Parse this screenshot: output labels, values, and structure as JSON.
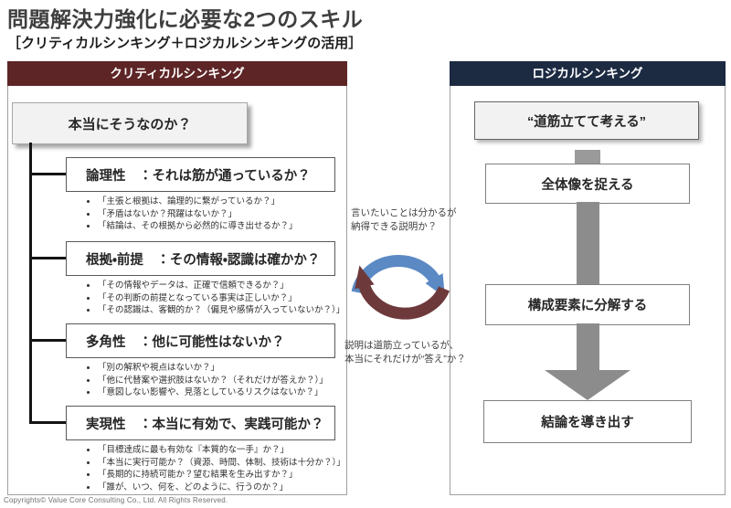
{
  "page": {
    "title": "問題解決力強化に必要な2つのスキル",
    "subtitle": "［クリティカルシンキング＋ロジカルシンキングの活用］",
    "footer": "Copyrights© Value Core Consulting Co., Ltd.  All Rights Reserved."
  },
  "colors": {
    "critical_header_bg": "#5e2526",
    "logical_header_bg": "#1c2a42",
    "cycle_blue": "#5b89c4",
    "cycle_maroon": "#6e393b",
    "connector_gray": "#8c8c8c"
  },
  "critical_panel": {
    "header": "クリティカルシンキング",
    "root_question": "本当にそうなのか？",
    "sections": [
      {
        "heading": "論理性　：それは筋が通っているか？",
        "bullets": [
          "「主張と根拠は、論理的に繋がっているか？」",
          "「矛盾はないか？飛躍はないか？」",
          "「結論は、その根拠から必然的に導き出せるか？」"
        ]
      },
      {
        "heading": "根拠・前提　：その情報・認識は確かか？",
        "bullets": [
          "「その情報やデータは、正確で信頼できるか？」",
          "「その判断の前提となっている事実は正しいか？」",
          "「その認識は、客観的か？（偏見や感情が入っていないか？）」"
        ]
      },
      {
        "heading": "多角性　：他に可能性はないか？",
        "bullets": [
          "「別の解釈や視点はないか？」",
          "「他に代替案や選択肢はないか？（それだけが答えか？）」",
          "「意図しない影響や、見落としているリスクはないか？」"
        ]
      },
      {
        "heading": "実現性　：本当に有効で、実践可能か？",
        "bullets": [
          "「目標達成に最も有効な『本質的な一手』か？」",
          "「本当に実行可能か？（資源、時間、体制、技術は十分か？）」",
          "「長期的に持続可能か？望む結果を生み出すか？」",
          "「誰が、いつ、何を、どのように、行うのか？」"
        ]
      }
    ]
  },
  "logical_panel": {
    "header": "ロジカルシンキング",
    "tagline": "“道筋立てて考える”",
    "steps": [
      "全体像を捉える",
      "構成要素に分解する",
      "結論を導き出す"
    ]
  },
  "cycle": {
    "top_note": "言いたいことは分かるが\n納得できる説明か？",
    "bottom_note": "説明は道筋立っているが、\n本当にそれだけが“答え”か？"
  }
}
